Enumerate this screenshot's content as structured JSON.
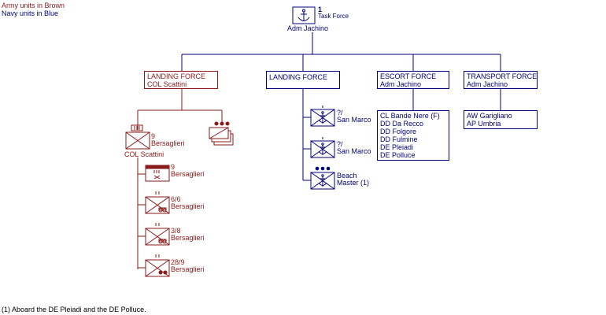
{
  "legend": {
    "army": "Army units in Brown",
    "navy": "Navy units in Blue"
  },
  "colors": {
    "army": "#8b1a1a",
    "navy": "#00007a"
  },
  "task_force": {
    "number": "1",
    "label": "Task Force",
    "commander": "Adm  Jachino",
    "icon": "anchor-icon"
  },
  "landing_force_army": {
    "title": "LANDING FORCE",
    "commander": "COL  Scattini"
  },
  "landing_force_navy": {
    "title": "LANDING FORCE"
  },
  "escort_force": {
    "title": "ESCORT FORCE",
    "commander": "Adm  Jachino",
    "ships": [
      "CL  Bande Nere (F)",
      "DD  Da Recco",
      "DD  Folgore",
      "DD  Fulmine",
      "DE  Pleiadi",
      "DE  Polluce"
    ]
  },
  "transport_force": {
    "title": "TRANSPORT FORCE",
    "commander": "Adm  Jachino",
    "ships": [
      "AW  Garigliano",
      "AP  Umbria"
    ]
  },
  "army_units": {
    "regiment": {
      "number": "9",
      "name": "Bersaglieri",
      "commander": "COL  Scattini",
      "echelon": "III"
    },
    "hq": {
      "number": "9",
      "name": "Bersaglieri",
      "echelon": "III"
    },
    "bn1": {
      "number": "6/6",
      "name": "Bersaglieri",
      "echelon": "II"
    },
    "bn2": {
      "number": "3/8",
      "name": "Bersaglieri",
      "echelon": "II"
    },
    "bn3": {
      "number": "28/9",
      "name": "Bersaglieri",
      "echelon": "II"
    }
  },
  "navy_units": {
    "marines1": {
      "number": "?/",
      "name": "San Marco",
      "echelon": "I"
    },
    "marines2": {
      "number": "?/",
      "name": "San Marco",
      "echelon": "I"
    },
    "beachmaster": {
      "line1": "Beach",
      "line2": "Master (1)",
      "echelon": "•••"
    }
  },
  "footnote": "(1) Aboard the DE Pleiadi and the DE Polluce."
}
